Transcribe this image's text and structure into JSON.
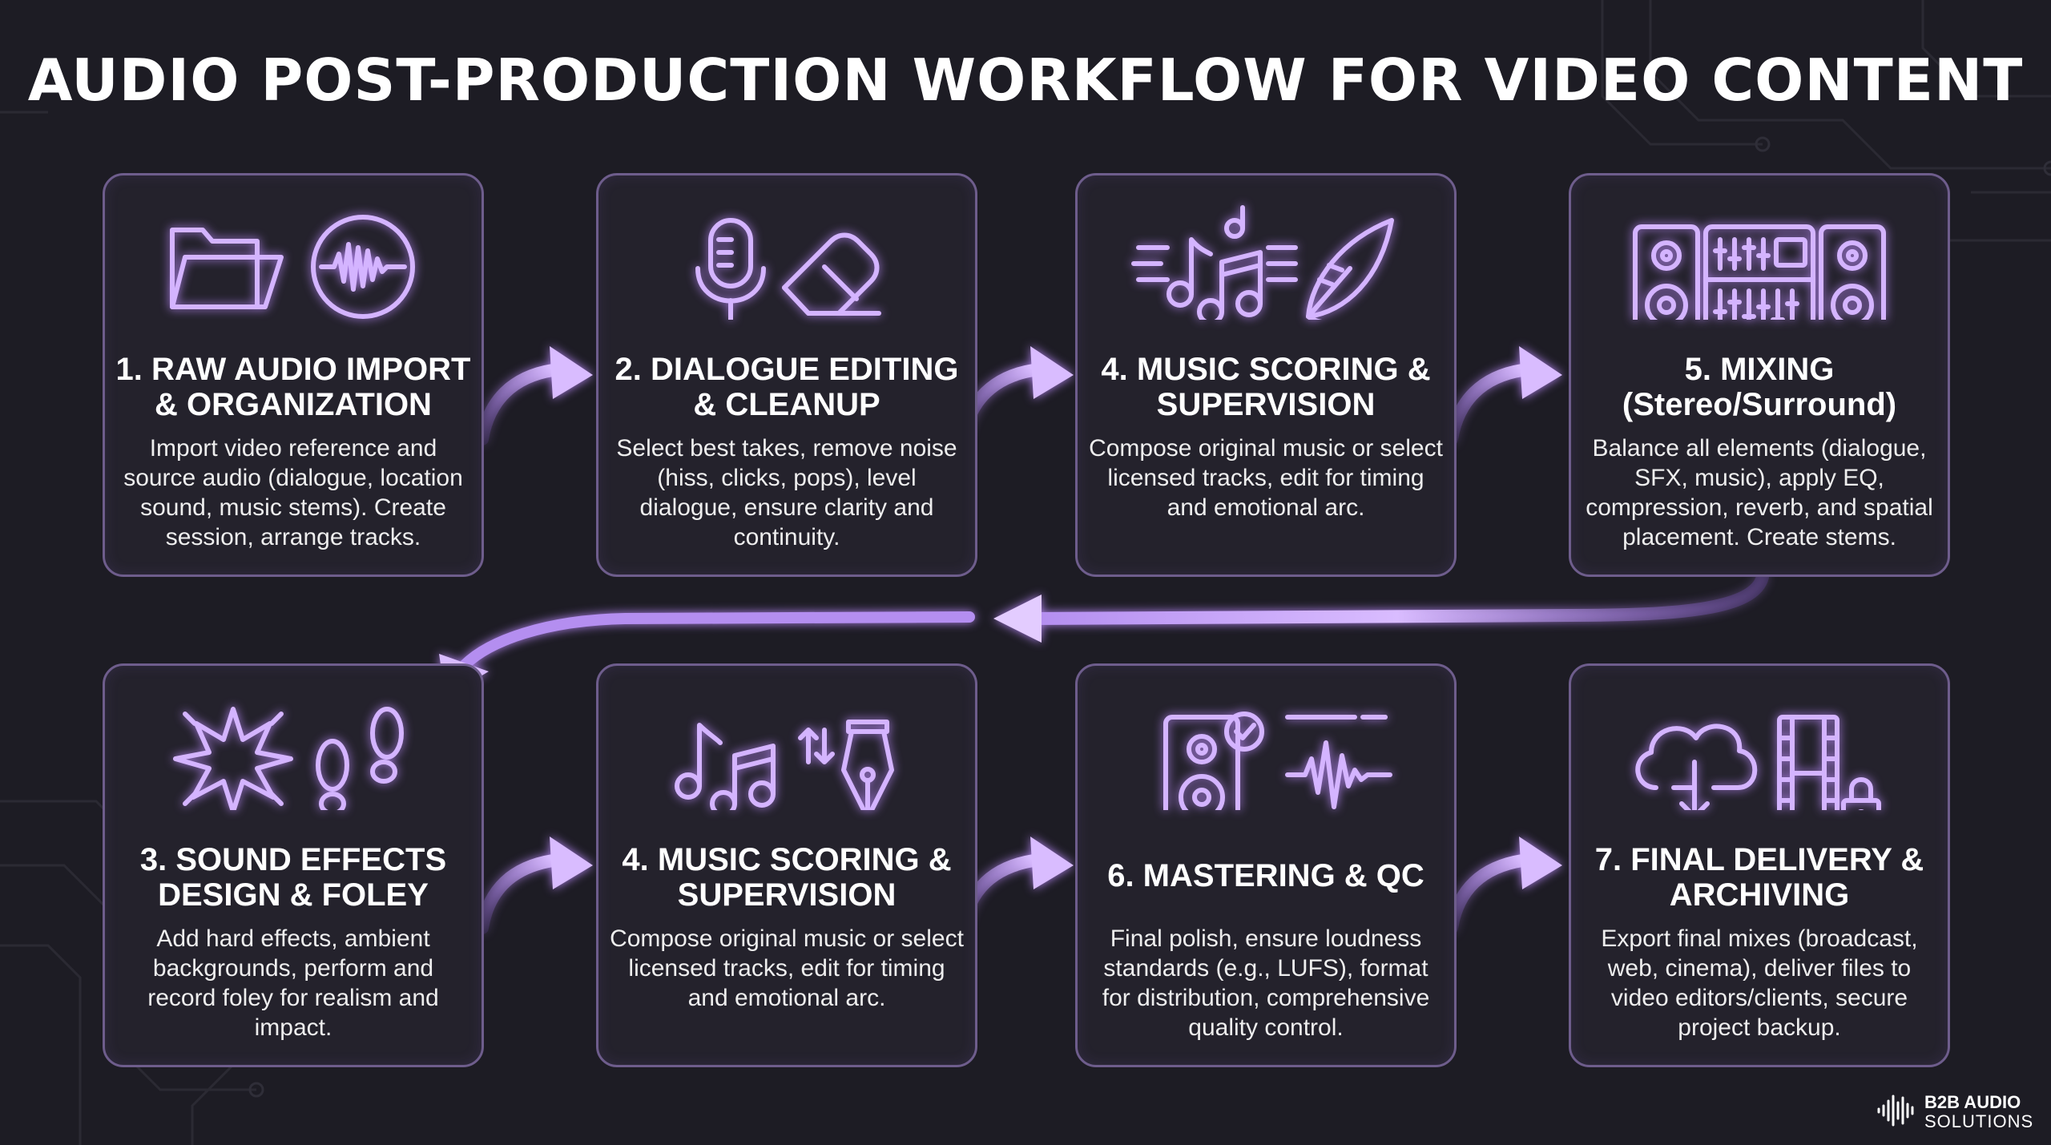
{
  "title": "AUDIO POST-PRODUCTION WORKFLOW FOR VIDEO CONTENT",
  "accent_color": "#c9a6ff",
  "steps": [
    {
      "title": "1. RAW AUDIO IMPORT & ORGANIZATION",
      "description": "Import video reference and source audio (dialogue, location sound, music stems). Create session, arrange tracks.",
      "icons": [
        "folder-icon",
        "waveform-circle-icon"
      ]
    },
    {
      "title": "2. DIALOGUE EDITING & CLEANUP",
      "description": "Select best takes, remove noise (hiss, clicks, pops), level dialogue, ensure clarity and continuity.",
      "icons": [
        "microphone-icon",
        "eraser-icon"
      ]
    },
    {
      "title": "4. MUSIC SCORING & SUPERVISION",
      "description": "Compose original music or select licensed tracks, edit for timing and emotional arc.",
      "icons": [
        "music-notes-icon",
        "quill-icon"
      ]
    },
    {
      "title": "5. MIXING (Stereo/Surround)",
      "description": "Balance all elements (dialogue, SFX, music), apply EQ, compression, reverb, and spatial placement. Create stems.",
      "icons": [
        "mixing-console-icon"
      ]
    },
    {
      "title": "3. SOUND EFFECTS DESIGN & FOLEY",
      "description": "Add hard effects, ambient backgrounds, perform and record foley for realism and impact.",
      "icons": [
        "burst-icon",
        "footprints-icon"
      ]
    },
    {
      "title": "4. MUSIC SCORING & SUPERVISION",
      "description": "Compose original music or select licensed tracks, edit for timing and emotional arc.",
      "icons": [
        "music-note-icon",
        "fountain-pen-icon"
      ]
    },
    {
      "title": "6. MASTERING & QC",
      "description": "Final polish, ensure loudness standards (e.g., LUFS), format for distribution, comprehensive quality control.",
      "icons": [
        "speaker-check-icon",
        "waveform-meter-icon"
      ]
    },
    {
      "title": "7. FINAL DELIVERY & ARCHIVING",
      "description": "Export final mixes (broadcast, web, cinema), deliver files to video editors/clients, secure project backup.",
      "icons": [
        "cloud-download-icon",
        "film-lock-icon"
      ]
    }
  ],
  "logo": {
    "line1": "B2B AUDIO",
    "line2": "SOLUTIONS"
  }
}
